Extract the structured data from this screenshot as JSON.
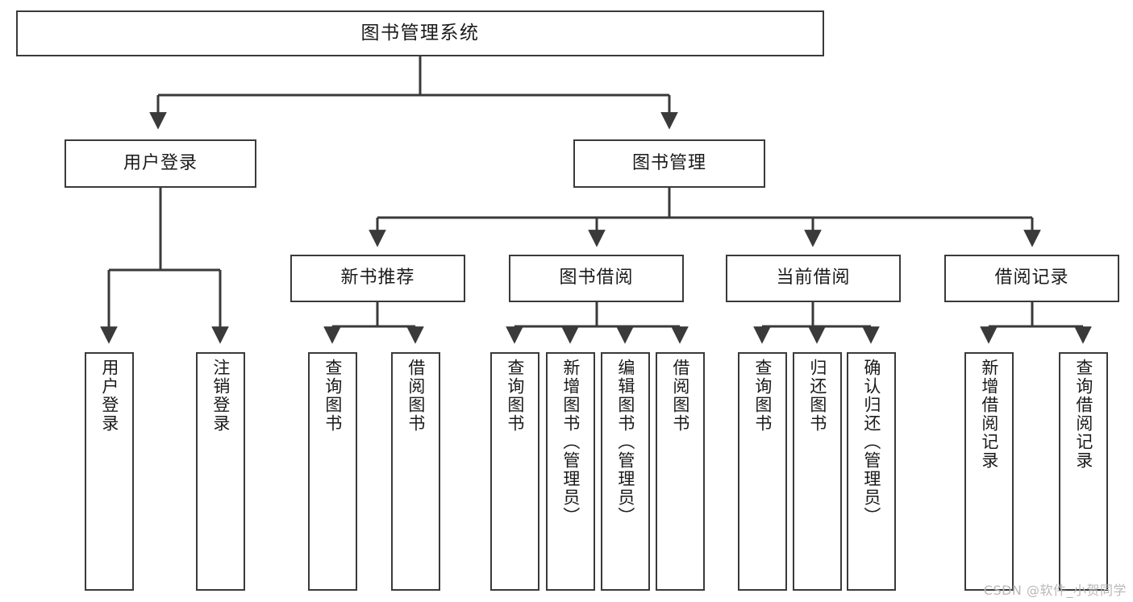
{
  "diagram": {
    "title": "图书管理系统",
    "root": {
      "label": "图书管理系统"
    },
    "level1": [
      {
        "label": "用户登录"
      },
      {
        "label": "图书管理"
      }
    ],
    "level2": [
      {
        "label": "新书推荐"
      },
      {
        "label": "图书借阅"
      },
      {
        "label": "当前借阅"
      },
      {
        "label": "借阅记录"
      }
    ],
    "leaves": {
      "user_login": [
        {
          "label": "用户登录"
        },
        {
          "label": "注销登录"
        }
      ],
      "new_book_recommend": [
        {
          "label": "查询图书"
        },
        {
          "label": "借阅图书"
        }
      ],
      "book_borrow": [
        {
          "label": "查询图书"
        },
        {
          "label": "新增图书（管理员）"
        },
        {
          "label": "编辑图书（管理员）"
        },
        {
          "label": "借阅图书"
        }
      ],
      "current_borrow": [
        {
          "label": "查询图书"
        },
        {
          "label": "归还图书"
        },
        {
          "label": "确认归还（管理员）"
        }
      ],
      "borrow_record": [
        {
          "label": "新增借阅记录"
        },
        {
          "label": "查询借阅记录"
        }
      ]
    }
  },
  "watermark": {
    "text": "CSDN @软件_小贺同学"
  },
  "colors": {
    "stroke": "#3a3a3a",
    "fill": "#ffffff",
    "text": "#1a1a1a",
    "watermark": "#b8b8b8"
  }
}
